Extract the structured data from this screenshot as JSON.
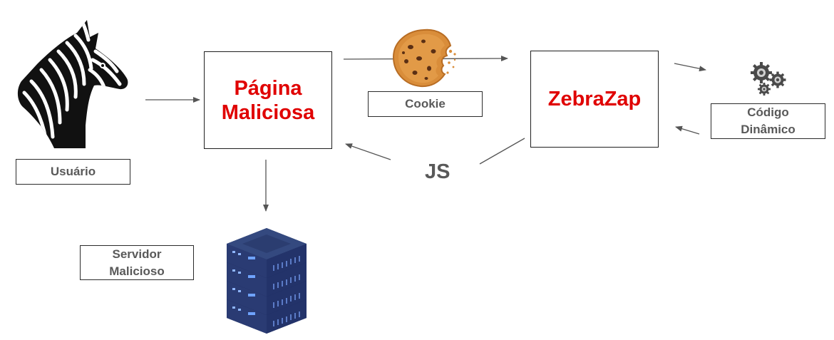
{
  "nodes": {
    "usuario": {
      "label": "Usuário"
    },
    "pagina": {
      "title_line1": "Página",
      "title_line2": "Maliciosa",
      "title_color": "#e00000"
    },
    "cookie": {
      "label": "Cookie"
    },
    "zebrazap": {
      "title": "ZebraZap",
      "title_color": "#e00000"
    },
    "codigo": {
      "label_line1": "Código",
      "label_line2": "Dinâmico"
    },
    "servidor": {
      "label_line1": "Servidor",
      "label_line2": "Malicioso"
    }
  },
  "edges": {
    "js_label": "JS"
  },
  "icons": {
    "zebra": "zebra-head-icon",
    "cookie": "cookie-icon",
    "gears": "gears-icon",
    "server": "server-stack-icon"
  },
  "colors": {
    "accent_red": "#e00000",
    "server_blue": "#2e3f7a",
    "cookie_brown": "#d98d3a"
  }
}
